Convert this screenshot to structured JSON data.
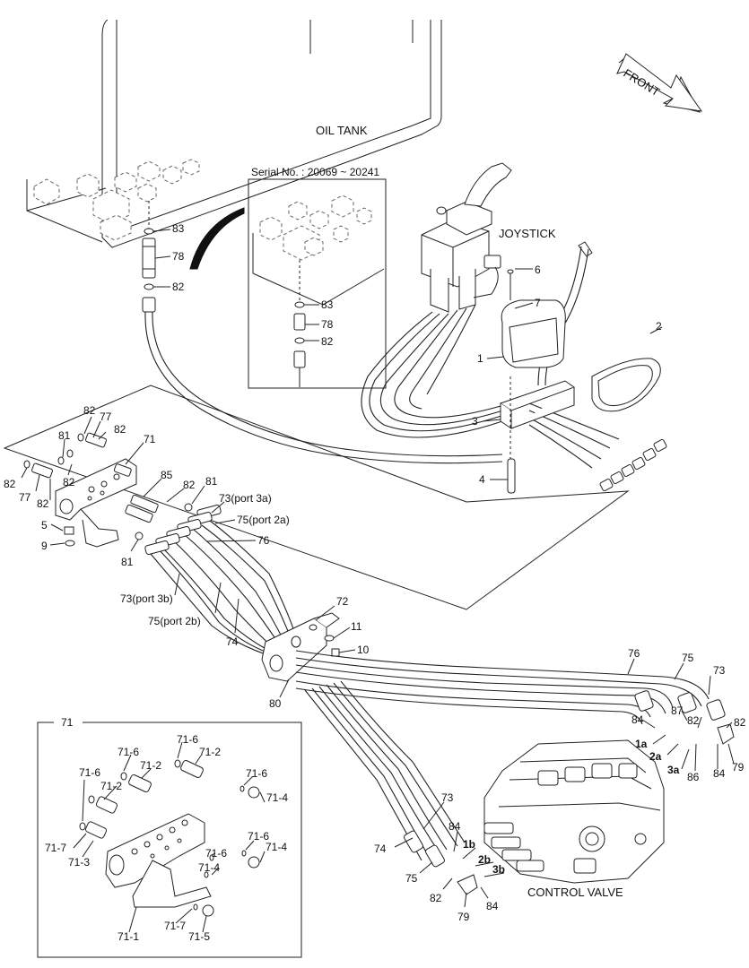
{
  "captions": {
    "oil_tank": "OIL TANK",
    "joystick": "JOYSTICK",
    "control_valve": "CONTROL VALVE",
    "front": "FRONT",
    "serial": "Serial No. : 20069 ~ 20241"
  },
  "labels": {
    "p83a": "83",
    "p78a": "78",
    "p82a": "82",
    "p83b": "83",
    "p78b": "78",
    "p82b": "82",
    "p6": "6",
    "p7": "7",
    "p2": "2",
    "p1": "1",
    "p3": "3",
    "p4": "4",
    "p82c": "82",
    "p77a": "77",
    "p81a": "81",
    "p82d": "82",
    "p71a": "71",
    "p82e": "82",
    "p82f": "82",
    "p77b": "77",
    "p82g": "82",
    "p85": "85",
    "p82h": "82",
    "p81b": "81",
    "p73port3a": "73(port 3a)",
    "p75port2a": "75(port 2a)",
    "p76a": "76",
    "p5": "5",
    "p9": "9",
    "p81c": "81",
    "p73port3b": "73(port 3b)",
    "p75port2b": "75(port 2b)",
    "p74a": "74",
    "p72": "72",
    "p11": "11",
    "p10": "10",
    "p80": "80",
    "p76b": "76",
    "p75b": "75",
    "p73b": "73",
    "p84a": "84",
    "p87": "87",
    "p82i": "82",
    "p82j": "82",
    "p1a": "1a",
    "p2a": "2a",
    "p3a": "3a",
    "p86": "86",
    "p84b": "84",
    "p79a": "79",
    "p73c": "73",
    "p84c": "84",
    "p1b": "1b",
    "p2b": "2b",
    "p3b": "3b",
    "p74b": "74",
    "p75c": "75",
    "p82k": "82",
    "p79b": "79",
    "p84d": "84",
    "d71": "71",
    "d716a": "71-6",
    "d712a": "71-2",
    "d716b": "71-6",
    "d712b": "71-2",
    "d716c": "71-6",
    "d712c": "71-2",
    "d716d": "71-6",
    "d714a": "71-4",
    "d716e": "71-6",
    "d714b": "71-4",
    "d717a": "71-7",
    "d713": "71-3",
    "d716f": "71-6",
    "d714c": "71-4",
    "d711": "71-1",
    "d717b": "71-7",
    "d715": "71-5"
  }
}
